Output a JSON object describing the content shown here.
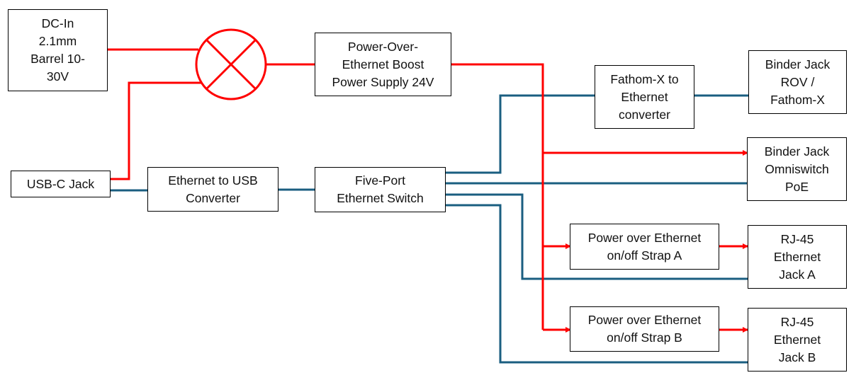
{
  "colors": {
    "power": "#ff0000",
    "ethernet": "#1a5e80",
    "box_border": "#000000"
  },
  "blocks": {
    "dc_in": "DC-In\n2.1mm\nBarrel 10-\n30V",
    "usb_c": "USB-C Jack",
    "eth_usb": "Ethernet to USB\nConverter",
    "poe_boost": "Power-Over-\nEthernet Boost\nPower Supply 24V",
    "switch": "Five-Port\nEthernet Switch",
    "fathom_conv": "Fathom-X to\nEthernet\nconverter",
    "binder_rov": "Binder Jack\nROV /\nFathom-X",
    "binder_omni": "Binder Jack\nOmniswitch\nPoE",
    "strap_a": "Power over Ethernet\non/off Strap A",
    "strap_b": "Power over Ethernet\non/off Strap B",
    "rj45_a": "RJ-45\nEthernet\nJack A",
    "rj45_b": "RJ-45\nEthernet\nJack B"
  },
  "combiner_symbol": "power-combiner-circle-x"
}
